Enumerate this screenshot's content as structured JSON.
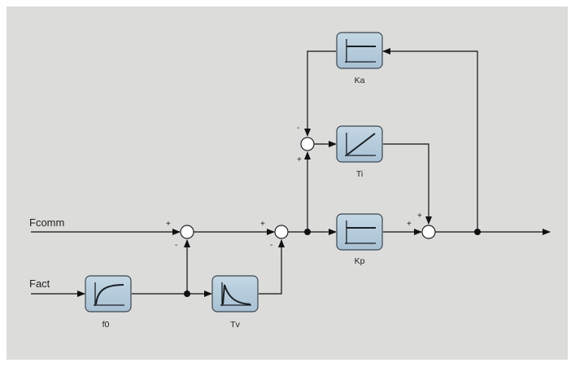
{
  "diagram": {
    "colors": {
      "canvas": "#dcdcdb",
      "block_fill": "#b3cbdb",
      "block_stroke": "#3d4650",
      "wire": "#111111",
      "junction_fill": "#ffffff"
    },
    "signals": {
      "fcomm": "Fcomm",
      "fact": "Fact"
    },
    "blocks": {
      "ka": {
        "label": "Ka",
        "icon": "step-response-icon"
      },
      "ti": {
        "label": "Ti",
        "icon": "ramp-response-icon"
      },
      "kp": {
        "label": "Kp",
        "icon": "step-response-icon"
      },
      "f0": {
        "label": "f0",
        "icon": "first-order-lag-icon"
      },
      "tv": {
        "label": "Tv",
        "icon": "derivative-decay-icon"
      }
    },
    "signs": {
      "s1_plus": "+",
      "s1_minus": "-",
      "s2_plus": "+",
      "s2_minus": "-",
      "s3_minus": "-",
      "s3_plus": "+",
      "s4_plus_top": "+",
      "s4_plus_left": "+"
    }
  }
}
